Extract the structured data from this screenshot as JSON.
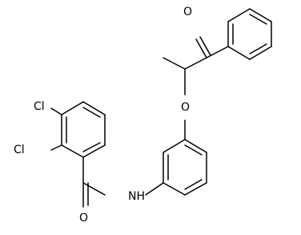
{
  "diagram": {
    "type": "chemical-structure",
    "atoms": {
      "cl_top": "Cl",
      "cl_left": "Cl",
      "o_carbonyl_top": "O",
      "o_ether": "O",
      "o_amide": "O",
      "nh": "NH"
    }
  }
}
